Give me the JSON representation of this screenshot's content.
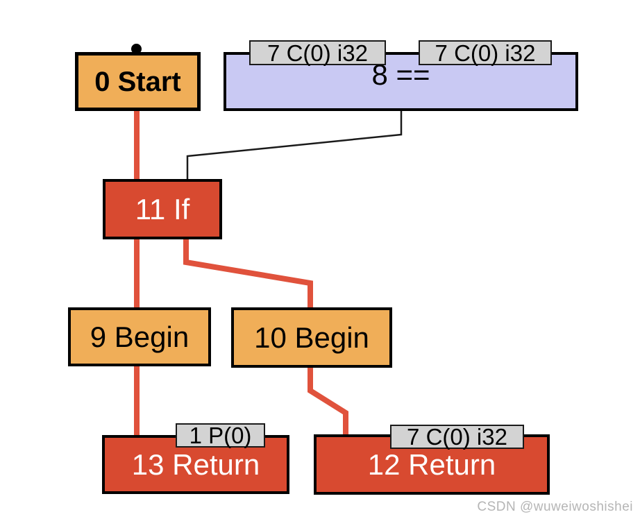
{
  "diagram": {
    "nodes": {
      "start": {
        "label": "0 Start"
      },
      "eq": {
        "label": "8 =="
      },
      "if11": {
        "label": "11 If"
      },
      "begin9": {
        "label": "9 Begin"
      },
      "begin10": {
        "label": "10 Begin"
      },
      "return13": {
        "label": "13 Return"
      },
      "return12": {
        "label": "12 Return"
      }
    },
    "ports": {
      "eq_input_left": {
        "label": "7 C(0) i32"
      },
      "eq_input_right": {
        "label": "7 C(0) i32"
      },
      "return13_input": {
        "label": "1 P(0)"
      },
      "return12_input": {
        "label": "7 C(0) i32"
      }
    }
  },
  "colors": {
    "control_node_fill": "#f0ae58",
    "flow_node_fill": "#d84a30",
    "operation_node_fill": "#c9c9f3",
    "port_fill": "#d3d3d3",
    "control_edge": "#e0523c",
    "value_edge": "#1a1a1a",
    "node_border": "#000000",
    "watermark_text": "#b5b5b5"
  },
  "watermark": {
    "text": "CSDN @wuweiwoshishei"
  }
}
